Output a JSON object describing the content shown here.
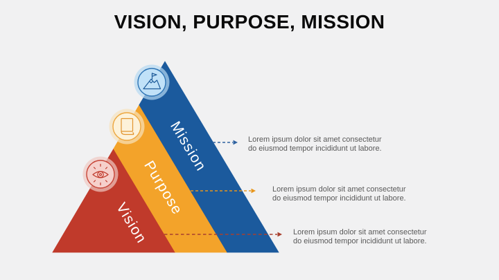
{
  "slide": {
    "title": "VISION, PURPOSE, MISSION",
    "background": "#f1f1f2"
  },
  "pyramid": {
    "bands": [
      {
        "id": "mission",
        "label": "Mission",
        "color": "#1b5a9d",
        "icon": "mountain-flag-icon",
        "badge": {
          "halo": "#b5d9f2b3",
          "fill": "#c0e1f8",
          "ring": "#2e74b5",
          "icon_stroke": "#1f5c9b"
        }
      },
      {
        "id": "purpose",
        "label": "Purpose",
        "color": "#f3a32a",
        "icon": "book-icon",
        "badge": {
          "halo": "#f7e3bdb3",
          "fill": "#fdf2d9",
          "ring": "#eda73f",
          "icon_stroke": "#e2952f"
        }
      },
      {
        "id": "vision",
        "label": "Vision",
        "color": "#c03a2b",
        "icon": "eye-icon",
        "badge": {
          "halo": "#f0c9c3b3",
          "fill": "#f6d0cb",
          "ring": "#c74537",
          "icon_stroke": "#c0392b"
        }
      }
    ]
  },
  "annotations": [
    {
      "for": "mission",
      "arrow_color": "#2f62a0",
      "line1": "Lorem ipsum dolor sit amet consectetur",
      "line2": "do eiusmod tempor incididunt ut labore."
    },
    {
      "for": "purpose",
      "arrow_color": "#e8961c",
      "line1": "Lorem ipsum dolor sit amet consectetur",
      "line2": "do eiusmod tempor incididunt ut labore."
    },
    {
      "for": "vision",
      "arrow_color": "#a8402f",
      "line1": "Lorem ipsum dolor sit amet consectetur",
      "line2": "do eiusmod tempor incididunt ut labore."
    }
  ]
}
